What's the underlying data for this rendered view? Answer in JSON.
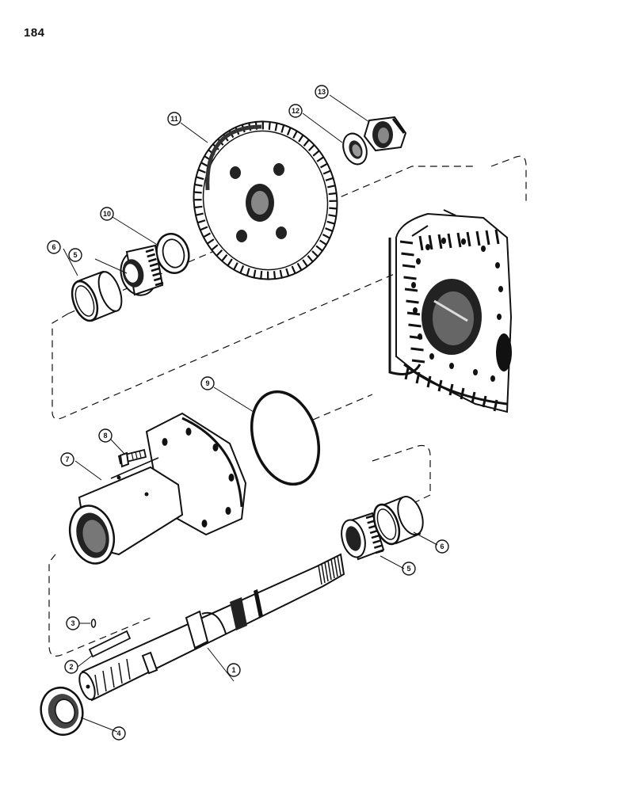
{
  "page": {
    "number": "184"
  },
  "callouts": [
    {
      "label": "1",
      "part": "shaft"
    },
    {
      "label": "2",
      "part": "key"
    },
    {
      "label": "3",
      "part": "pin"
    },
    {
      "label": "4",
      "part": "seal"
    },
    {
      "label": "5",
      "part": "bearing-cone"
    },
    {
      "label": "5",
      "part": "bearing-cone"
    },
    {
      "label": "6",
      "part": "bearing-cup"
    },
    {
      "label": "6",
      "part": "bearing-cup"
    },
    {
      "label": "7",
      "part": "housing"
    },
    {
      "label": "8",
      "part": "bolt"
    },
    {
      "label": "9",
      "part": "o-ring"
    },
    {
      "label": "10",
      "part": "spacer-washer"
    },
    {
      "label": "11",
      "part": "gear"
    },
    {
      "label": "12",
      "part": "lock-washer"
    },
    {
      "label": "13",
      "part": "nut"
    }
  ]
}
